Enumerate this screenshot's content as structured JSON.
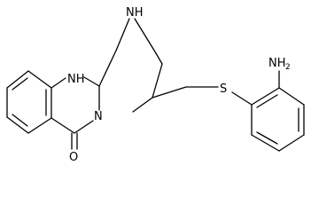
{
  "structure": {
    "atoms": {
      "nh_top": "NH",
      "nh_left": "NH",
      "n_ring": "N",
      "s": "S",
      "o": "O",
      "nh2_main": "NH",
      "nh2_sub": "2"
    }
  },
  "colors": {
    "bond": "#000000",
    "label": "#000000",
    "background": "#ffffff"
  }
}
